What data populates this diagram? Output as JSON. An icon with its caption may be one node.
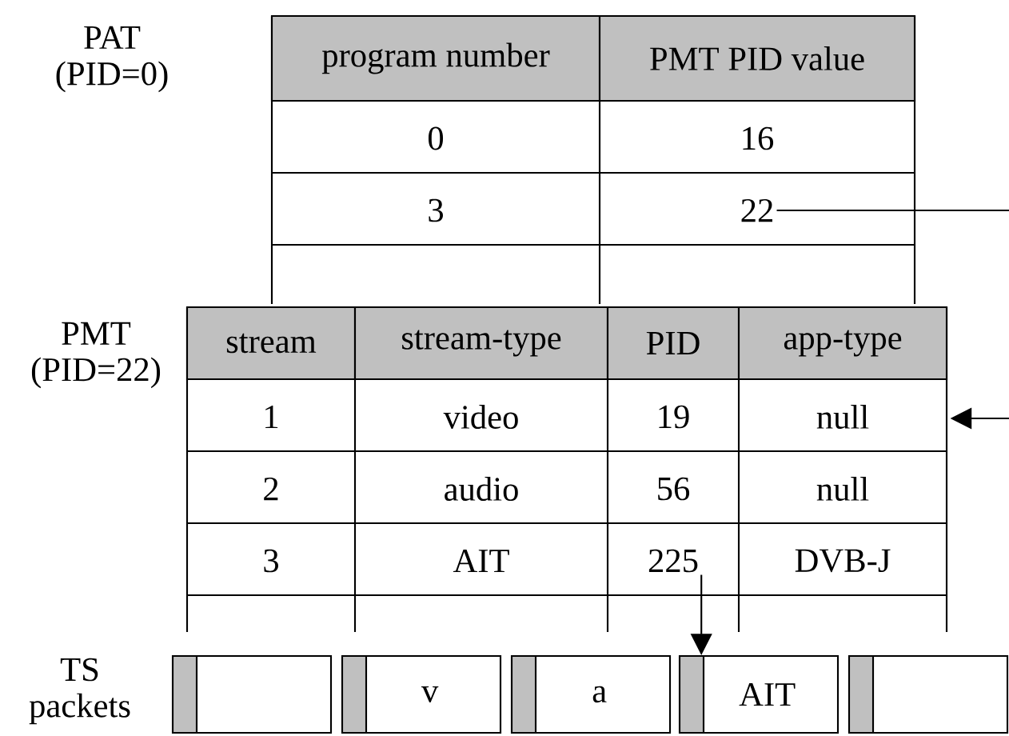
{
  "diagram": {
    "nodes": [
      {
        "text": [
          "PAT (PID=0)"
        ]
      },
      {
        "text": [
          "program number"
        ],
        "in": 0
      },
      {
        "text": [
          "PMT PID value"
        ],
        "in": 0
      },
      {
        "text": [
          "0"
        ],
        "in": 0
      },
      {
        "text": [
          "16"
        ],
        "in": 0
      },
      {
        "text": [
          "3"
        ],
        "in": 0
      },
      {
        "text": [
          "22"
        ],
        "in": 0
      },
      {
        "text": [
          "PMT (PID=22)"
        ]
      },
      {
        "text": [
          "stream"
        ],
        "in": 7
      },
      {
        "text": [
          "stream-type"
        ],
        "in": 7
      },
      {
        "text": [
          "PID"
        ],
        "in": 7
      },
      {
        "text": [
          "app-type"
        ],
        "in": 7
      },
      {
        "text": [
          "1"
        ],
        "in": 7
      },
      {
        "text": [
          "video"
        ],
        "in": 7
      },
      {
        "text": [
          "19"
        ],
        "in": 7
      },
      {
        "text": [
          "null"
        ],
        "in": 7
      },
      {
        "text": [
          "2"
        ],
        "in": 7
      },
      {
        "text": [
          "audio"
        ],
        "in": 7
      },
      {
        "text": [
          "56"
        ],
        "in": 7
      },
      {
        "text": [
          "null"
        ],
        "in": 7
      },
      {
        "text": [
          "3"
        ],
        "in": 7
      },
      {
        "text": [
          "AIT"
        ],
        "in": 7
      },
      {
        "text": [
          "225"
        ],
        "in": 7
      },
      {
        "text": [
          "DVB-J"
        ],
        "in": 7
      },
      {
        "text": [],
        "shape": "box"
      },
      {
        "text": [
          "v"
        ]
      },
      {
        "text": [
          "a"
        ]
      },
      {
        "text": [
          "AIT"
        ]
      },
      {
        "text": [],
        "shape": "box"
      }
    ],
    "edges": [
      {
        "from": 6,
        "to": 7,
        "arrow": "to"
      },
      {
        "from": 22,
        "to": 27,
        "arrow": "to"
      }
    ],
    "labels": [
      "TS packets"
    ]
  }
}
